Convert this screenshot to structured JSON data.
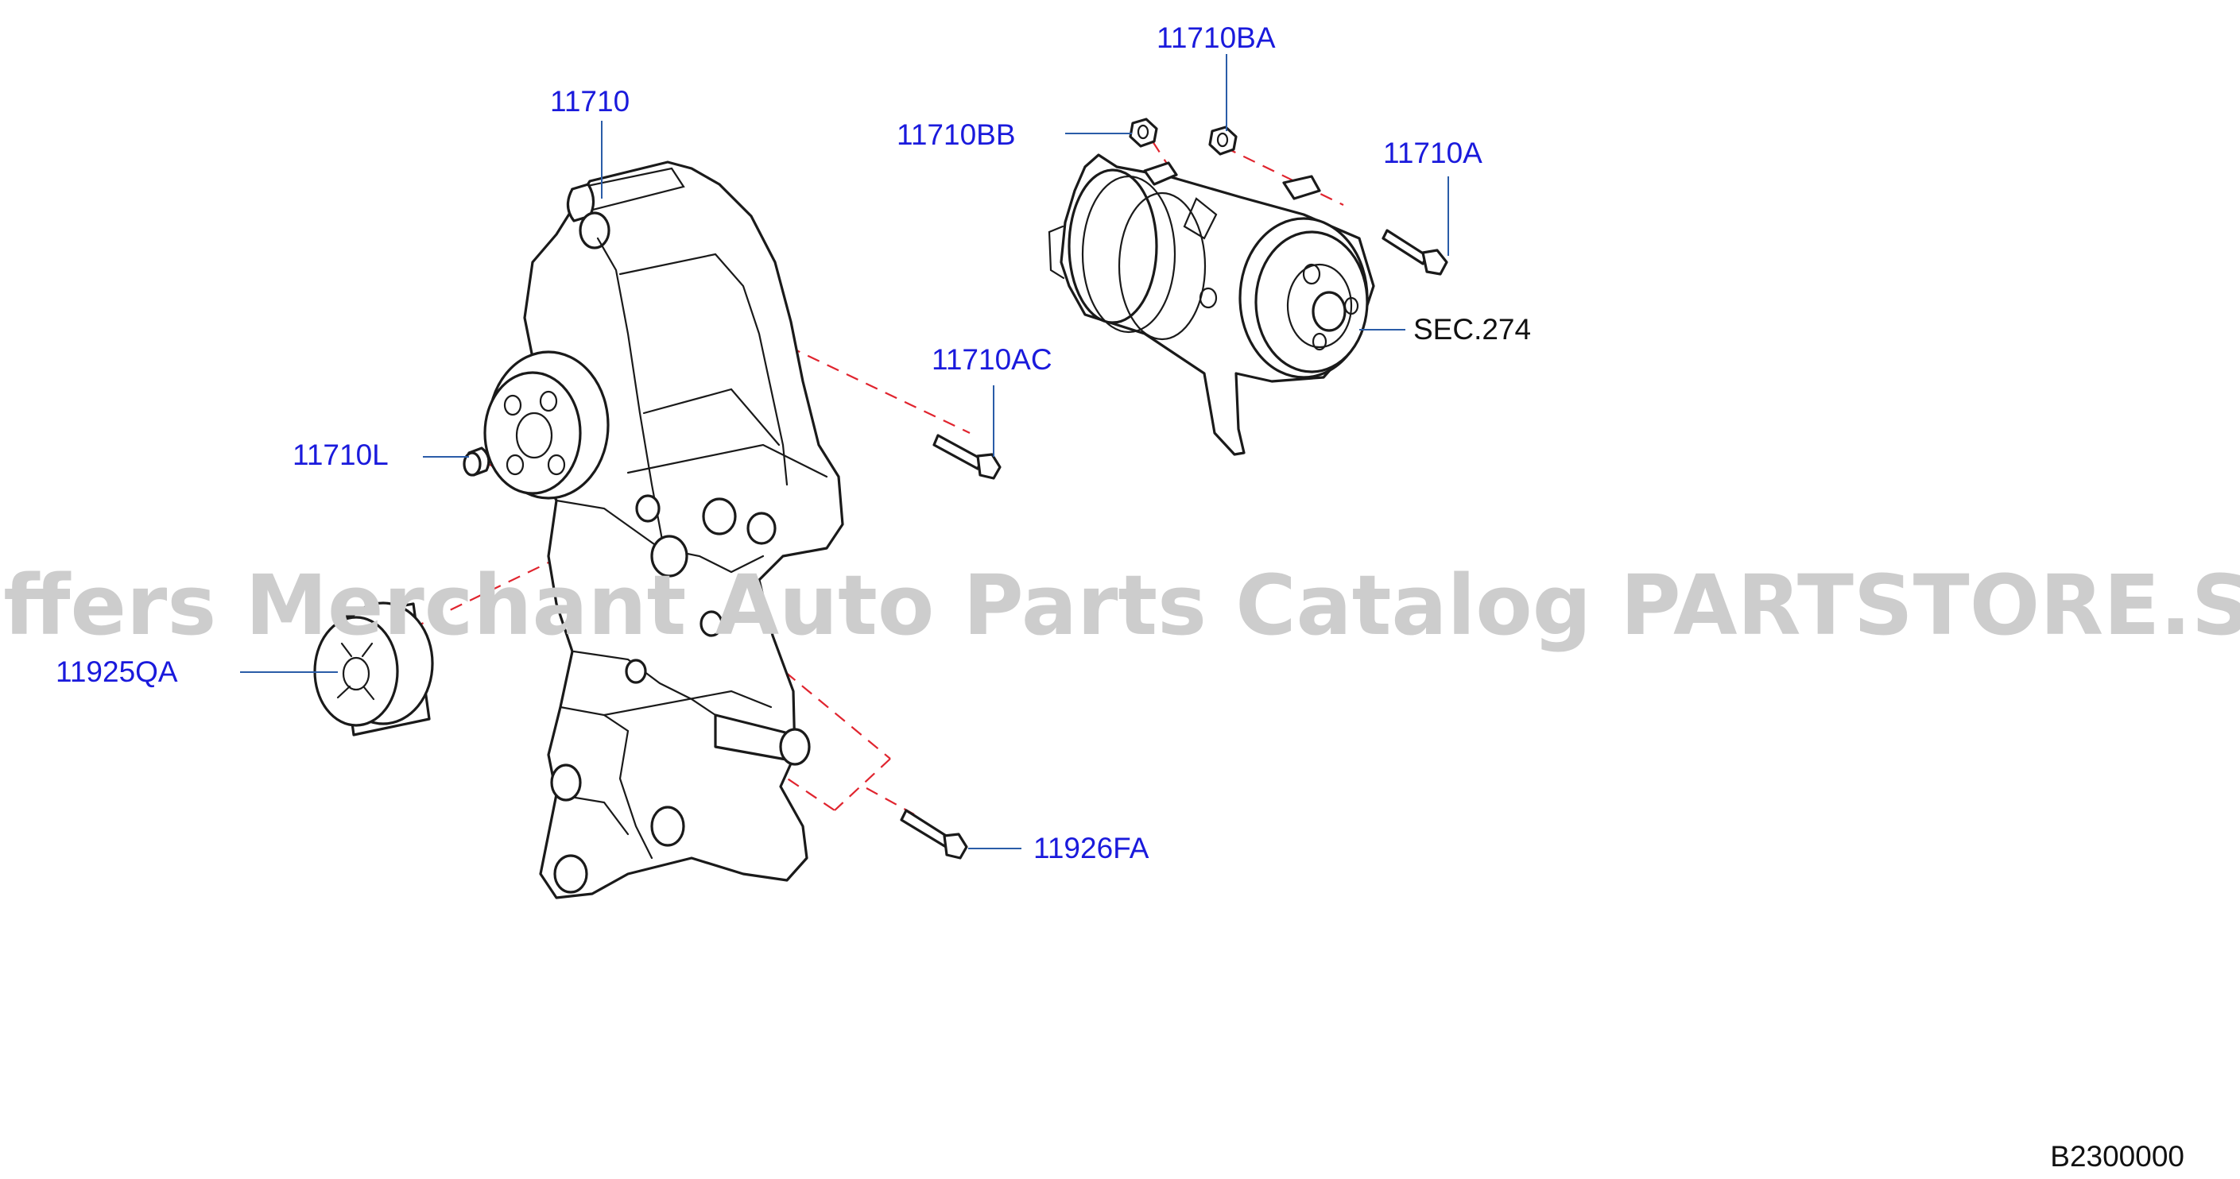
{
  "diagram": {
    "watermark": "Offers Merchant Auto Parts Catalog PARTSTORE.SA",
    "figure_code": "B2300000",
    "colors": {
      "callout": "#1a1adc",
      "reference": "#111111",
      "leader": "#2a5ca8",
      "dash": "#e0242e",
      "watermark": "#cdcdcd"
    },
    "callouts": [
      {
        "id": "bracket",
        "text": "11710"
      },
      {
        "id": "nut-ba",
        "text": "11710BA"
      },
      {
        "id": "nut-bb",
        "text": "11710BB"
      },
      {
        "id": "bolt-a",
        "text": "11710A"
      },
      {
        "id": "bolt-ac",
        "text": "11710AC"
      },
      {
        "id": "collar-l",
        "text": "11710L"
      },
      {
        "id": "pulley-qa",
        "text": "11925QA"
      },
      {
        "id": "bolt-fa",
        "text": "11926FA"
      }
    ],
    "references": [
      {
        "id": "compressor",
        "text": "SEC.274"
      }
    ]
  }
}
